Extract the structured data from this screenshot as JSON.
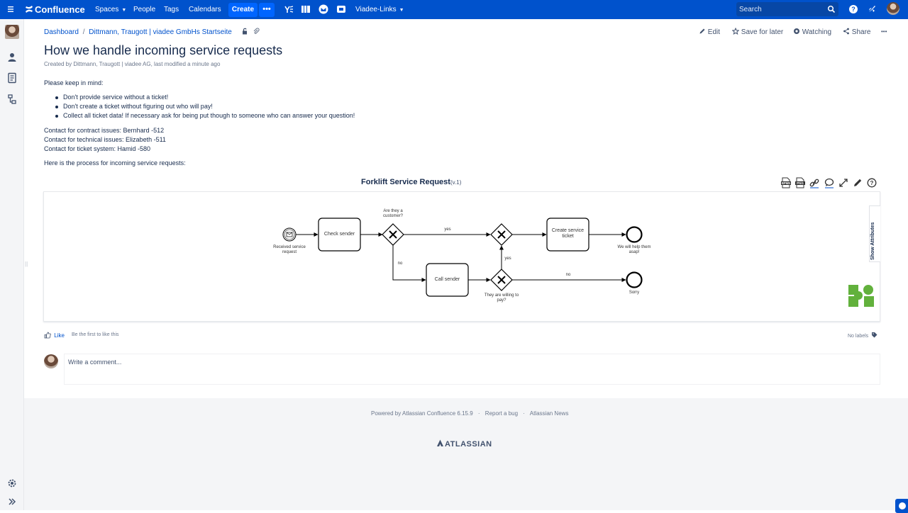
{
  "topnav": {
    "brand": "Confluence",
    "items": [
      "Spaces",
      "People",
      "Tags",
      "Calendars"
    ],
    "create_label": "Create",
    "more_label": "•••",
    "viadee_links": "Viadee-Links",
    "search_placeholder": "Search",
    "bg_color": "#0052cc"
  },
  "breadcrumb": {
    "dashboard": "Dashboard",
    "sep": "/",
    "space": "Dittmann, Traugott | viadee GmbHs Startseite"
  },
  "page": {
    "title": "How we handle incoming service requests",
    "byline": "Created by Dittmann, Traugott | viadee AG, last modified a minute ago"
  },
  "actions": {
    "edit": "Edit",
    "save_for_later": "Save for later",
    "watching": "Watching",
    "share": "Share",
    "more": "•••"
  },
  "content": {
    "intro": "Please keep in mind:",
    "bullets": [
      "Don't provide service without a ticket!",
      "Don't create a ticket without figuring out who will pay!",
      "Collect all ticket data! If necessary ask for being put though to someone who can answer your question!"
    ],
    "contacts": [
      "Contact for contract issues: Bernhard  -512",
      "Contact for technical issues: Elizabeth  -511",
      "Contact for ticket system: Hamid -580"
    ],
    "process_intro": "Here is the process for incoming service requests:"
  },
  "diagram": {
    "title": "Forklift Service Request",
    "version": "(v.1)",
    "tool_bpmn": "BPMN",
    "tool_png": "PNG",
    "show_attributes": "Show Attributes",
    "labels": {
      "start": "Received service request",
      "check_sender": "Check sender",
      "gw_customer": "Are they a customer?",
      "yes1": "yes",
      "no1": "no",
      "call_sender": "Call sender",
      "gw_pay": "They are willing to pay?",
      "yes2": "yes",
      "no2": "no",
      "create_ticket": "Create service ticket",
      "end_help": "We will help them asap!",
      "end_sorry": "Sorry"
    }
  },
  "like": {
    "label": "Like",
    "first": "Be the first to like this",
    "no_labels": "No labels"
  },
  "comment": {
    "placeholder": "Write a comment..."
  },
  "footer": {
    "powered": "Powered by Atlassian Confluence 6.15.9",
    "report": "Report a bug",
    "news": "Atlassian News",
    "dot": "·",
    "logo_text": "ATLASSIAN"
  }
}
